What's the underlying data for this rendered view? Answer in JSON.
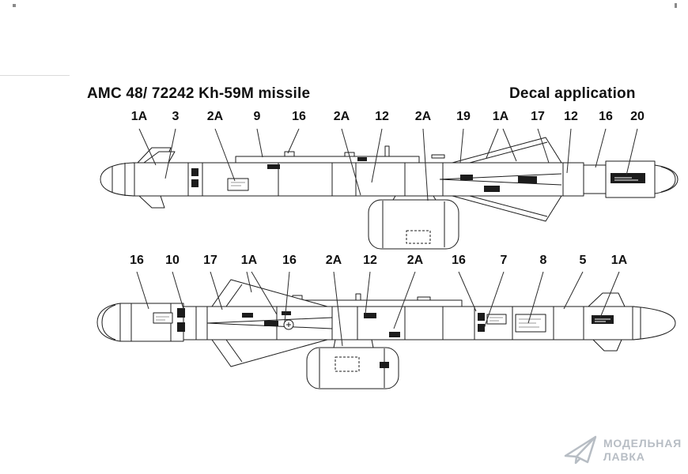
{
  "header": {
    "kit_title": "AMC 48/ 72242 Kh-59M missile",
    "section_title": "Decal application"
  },
  "top_view": {
    "callouts": [
      {
        "label": "1A"
      },
      {
        "label": "3"
      },
      {
        "label": "2A"
      },
      {
        "label": "9"
      },
      {
        "label": "16"
      },
      {
        "label": "2A"
      },
      {
        "label": "12"
      },
      {
        "label": "2A"
      },
      {
        "label": "19"
      },
      {
        "label": "1A"
      },
      {
        "label": "17"
      },
      {
        "label": "12"
      },
      {
        "label": "16"
      },
      {
        "label": "20"
      }
    ]
  },
  "bottom_view": {
    "callouts": [
      {
        "label": "16"
      },
      {
        "label": "10"
      },
      {
        "label": "17"
      },
      {
        "label": "1A"
      },
      {
        "label": "16"
      },
      {
        "label": "2A"
      },
      {
        "label": "12"
      },
      {
        "label": "2A"
      },
      {
        "label": "16"
      },
      {
        "label": "7"
      },
      {
        "label": "8"
      },
      {
        "label": "5"
      },
      {
        "label": "1A"
      }
    ]
  },
  "watermark": {
    "line1": "МОДЕЛЬНАЯ",
    "line2": "ЛАВКА",
    "color": "#b7bdc4"
  },
  "colors": {
    "line_art": "#1c1c1c",
    "background": "#ffffff"
  }
}
